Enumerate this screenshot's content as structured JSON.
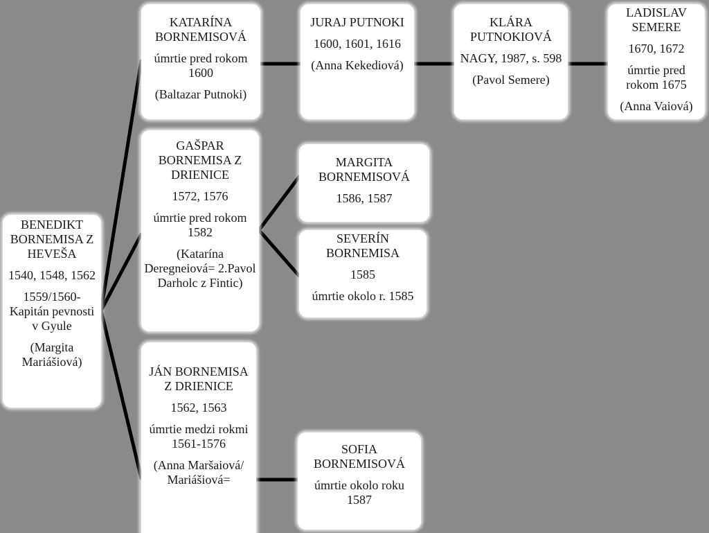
{
  "root": {
    "name": "BENEDIKT BORNEMISA Z HEVEŠA",
    "dates": "1540, 1548, 1562",
    "note": "1559/1560-Kapitán pevnosti v Gyule",
    "spouse": "(Margita Mariášiová)"
  },
  "katarina": {
    "name": "KATARÍNA BORNEMISOVÁ",
    "note": "úmrtie pred rokom 1600",
    "spouse": "(Baltazar Putnoki)"
  },
  "juraj": {
    "name": "JURAJ PUTNOKI",
    "dates": "1600, 1601, 1616",
    "spouse": "(Anna Kekediová)"
  },
  "klara": {
    "name": "KLÁRA PUTNOKIOVÁ",
    "note": "NAGY, 1987, s. 598",
    "spouse": "(Pavol Semere)"
  },
  "ladislav": {
    "name": "LADISLAV SEMERE",
    "dates": "1670, 1672",
    "note": "úmrtie pred rokom 1675",
    "spouse": "(Anna Vaiová)"
  },
  "gaspar": {
    "name": "GAŠPAR BORNEMISA Z DRIENICE",
    "dates": "1572, 1576",
    "note": "úmrtie pred rokom 1582",
    "spouse": "(Katarína Deregneiová= 2.Pavol Darholc z Fintic)"
  },
  "margita": {
    "name": "MARGITA BORNEMISOVÁ",
    "dates": "1586, 1587"
  },
  "severin": {
    "name": "SEVERÍN BORNEMISA",
    "dates": "1585",
    "note": "úmrtie okolo r. 1585"
  },
  "jan": {
    "name": "JÁN BORNEMISA Z DRIENICE",
    "dates": "1562, 1563",
    "note": "úmrtie medzi rokmi 1561-1576",
    "spouse": "(Anna Maršaiová/ Mariášiová="
  },
  "sofia": {
    "name": "SOFIA BORNEMISOVÁ",
    "note": "úmrtie okolo roku 1587"
  },
  "colors": {
    "background": "#8a8a8a",
    "box": "#ffffff",
    "line": "#000000",
    "text": "#1a1a1a"
  }
}
